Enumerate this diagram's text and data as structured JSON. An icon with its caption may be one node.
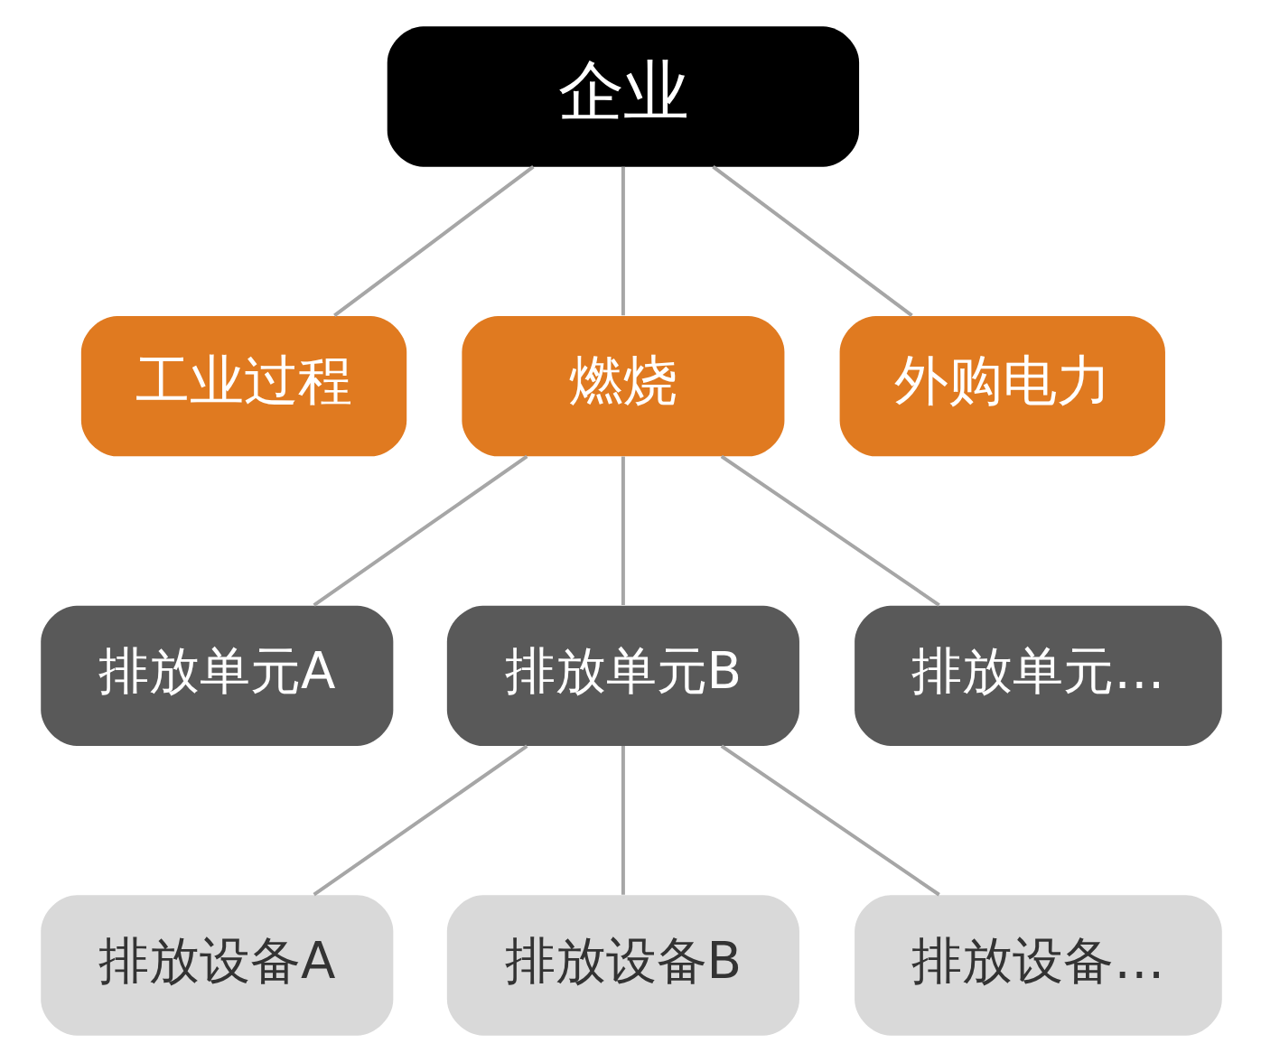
{
  "diagram": {
    "nodes": [
      {
        "text": [
          "企业"
        ]
      },
      {
        "text": [
          "工业过程"
        ]
      },
      {
        "text": [
          "燃烧"
        ]
      },
      {
        "text": [
          "外购电力"
        ]
      },
      {
        "text": [
          "排放单元A"
        ]
      },
      {
        "text": [
          "排放单元B"
        ]
      },
      {
        "text": [
          "排放单元…"
        ]
      },
      {
        "text": [
          "排放设备A"
        ]
      },
      {
        "text": [
          "排放设备B"
        ]
      },
      {
        "text": [
          "排放设备…"
        ]
      }
    ],
    "edges": [
      {
        "from": 0,
        "to": 1,
        "arrow": "none"
      },
      {
        "from": 0,
        "to": 2,
        "arrow": "none"
      },
      {
        "from": 0,
        "to": 3,
        "arrow": "none"
      },
      {
        "from": 2,
        "to": 4,
        "arrow": "none"
      },
      {
        "from": 2,
        "to": 5,
        "arrow": "none"
      },
      {
        "from": 2,
        "to": 6,
        "arrow": "none"
      },
      {
        "from": 5,
        "to": 7,
        "arrow": "none"
      },
      {
        "from": 5,
        "to": 8,
        "arrow": "none"
      },
      {
        "from": 5,
        "to": 9,
        "arrow": "none"
      }
    ]
  }
}
